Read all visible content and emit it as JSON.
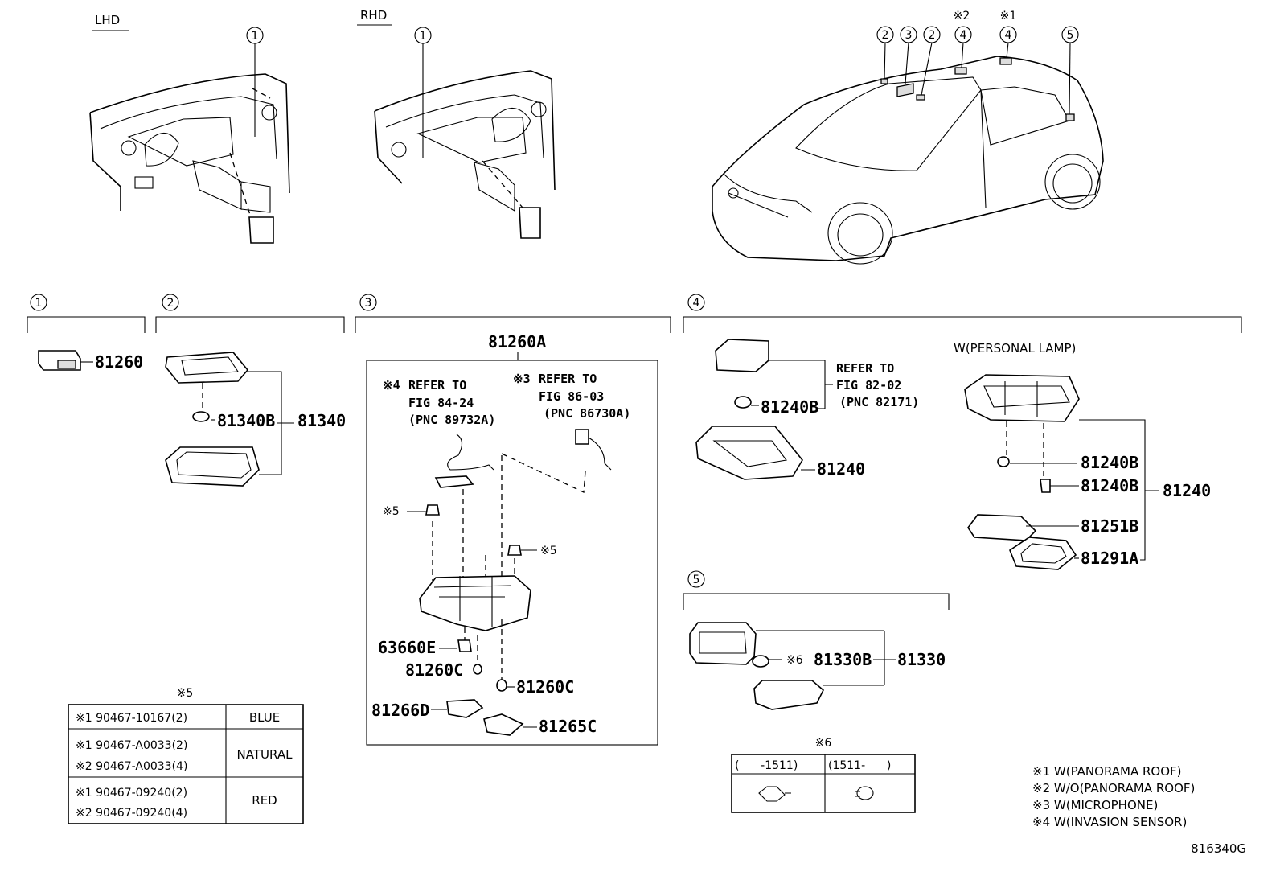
{
  "views": {
    "lhd_label": "LHD",
    "rhd_label": "RHD",
    "car_markers": [
      "2",
      "3",
      "2",
      "4",
      "4",
      "5"
    ],
    "car_notes": [
      "※2",
      "※1"
    ],
    "dash_marker": "1"
  },
  "sections": [
    {
      "num": "1",
      "parts": [
        "81260"
      ]
    },
    {
      "num": "2",
      "parts": [
        "81340B",
        "81340"
      ]
    },
    {
      "num": "3",
      "main": "81260A",
      "ref1": {
        "note": "※4",
        "line1": "REFER TO",
        "line2": "FIG 84-24",
        "line3": "(PNC 89732A)"
      },
      "ref2": {
        "note": "※3",
        "line1": "REFER TO",
        "line2": "FIG 86-03",
        "line3": "(PNC 86730A)"
      },
      "notes": [
        "※5",
        "※5"
      ],
      "parts": [
        "63660E",
        "81260C",
        "81260C",
        "81266D",
        "81265C"
      ]
    },
    {
      "num": "4",
      "ref": {
        "line1": "REFER TO",
        "line2": "FIG 82-02",
        "line3": "(PNC 82171)"
      },
      "parts": [
        "81240B",
        "81240"
      ],
      "personal_lamp": "W(PERSONAL LAMP)",
      "pl_parts": [
        "81240B",
        "81240B",
        "81251B",
        "81291A",
        "81240"
      ]
    },
    {
      "num": "5",
      "note": "※6",
      "parts": [
        "81330B",
        "81330"
      ]
    }
  ],
  "table5": {
    "title": "※5",
    "rows": [
      {
        "codes": [
          "※1 90467-10167(2)"
        ],
        "color": "BLUE"
      },
      {
        "codes": [
          "※1 90467-A0033(2)",
          "※2 90467-A0033(4)"
        ],
        "color": "NATURAL"
      },
      {
        "codes": [
          "※1 90467-09240(2)",
          "※2 90467-09240(4)"
        ],
        "color": "RED"
      }
    ]
  },
  "table6": {
    "title": "※6",
    "headers": [
      "(      -1511)",
      "(1511-      )"
    ]
  },
  "legend": [
    "※1 W(PANORAMA ROOF)",
    "※2 W/O(PANORAMA ROOF)",
    "※3 W(MICROPHONE)",
    "※4 W(INVASION SENSOR)"
  ],
  "figure_id": "816340G"
}
